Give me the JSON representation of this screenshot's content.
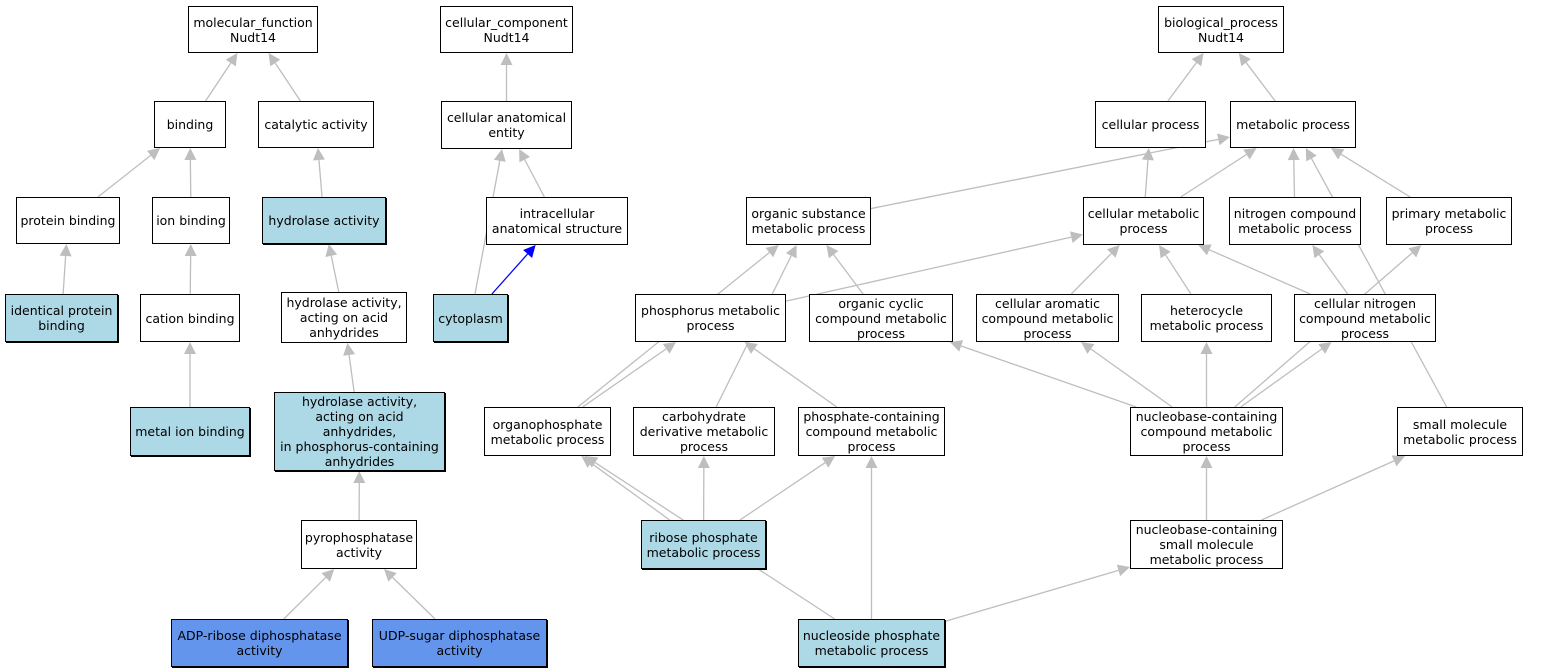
{
  "colors": {
    "node_default": "#ffffff",
    "node_light_blue": "#add8e6",
    "node_cornflower": "#6495ed",
    "edge_default": "#bebebe",
    "edge_highlight": "#0000ff"
  },
  "nodes": {
    "mf_root": {
      "label": "molecular_function\nNudt14",
      "fill": "white"
    },
    "binding": {
      "label": "binding",
      "fill": "white"
    },
    "catalytic": {
      "label": "catalytic activity",
      "fill": "white"
    },
    "protein_binding": {
      "label": "protein binding",
      "fill": "white"
    },
    "ion_binding": {
      "label": "ion binding",
      "fill": "white"
    },
    "hydrolase": {
      "label": "hydrolase activity",
      "fill": "lightblue"
    },
    "identical_protein": {
      "label": "identical protein\nbinding",
      "fill": "lightblue"
    },
    "cation_binding": {
      "label": "cation binding",
      "fill": "white"
    },
    "hydrolase_anhydrides": {
      "label": "hydrolase activity,\nacting on acid\nanhydrides",
      "fill": "white"
    },
    "metal_ion": {
      "label": "metal ion binding",
      "fill": "lightblue"
    },
    "hydrolase_phos": {
      "label": "hydrolase activity,\nacting on acid\nanhydrides,\nin phosphorus-containing\nanhydrides",
      "fill": "lightblue"
    },
    "pyrophosphatase": {
      "label": "pyrophosphatase\nactivity",
      "fill": "white"
    },
    "adp_ribose": {
      "label": "ADP-ribose diphosphatase\nactivity",
      "fill": "cornflower"
    },
    "udp_sugar": {
      "label": "UDP-sugar diphosphatase\nactivity",
      "fill": "cornflower"
    },
    "cc_root": {
      "label": "cellular_component\nNudt14",
      "fill": "white"
    },
    "cae": {
      "label": "cellular anatomical\nentity",
      "fill": "white"
    },
    "intracellular": {
      "label": "intracellular\nanatomical structure",
      "fill": "white"
    },
    "cytoplasm": {
      "label": "cytoplasm",
      "fill": "lightblue"
    },
    "bp_root": {
      "label": "biological_process\nNudt14",
      "fill": "white"
    },
    "cellular_process": {
      "label": "cellular process",
      "fill": "white"
    },
    "metabolic_process": {
      "label": "metabolic process",
      "fill": "white"
    },
    "organic_substance": {
      "label": "organic substance\nmetabolic process",
      "fill": "white"
    },
    "cellular_metabolic": {
      "label": "cellular metabolic\nprocess",
      "fill": "white"
    },
    "nitrogen_compound": {
      "label": "nitrogen compound\nmetabolic process",
      "fill": "white"
    },
    "primary_metabolic": {
      "label": "primary metabolic\nprocess",
      "fill": "white"
    },
    "phosphorus_metabolic": {
      "label": "phosphorus metabolic\nprocess",
      "fill": "white"
    },
    "organic_cyclic": {
      "label": "organic cyclic\ncompound metabolic\nprocess",
      "fill": "white"
    },
    "cellular_aromatic": {
      "label": "cellular aromatic\ncompound metabolic\nprocess",
      "fill": "white"
    },
    "heterocycle": {
      "label": "heterocycle\nmetabolic process",
      "fill": "white"
    },
    "cellular_nitrogen": {
      "label": "cellular nitrogen\ncompound metabolic\nprocess",
      "fill": "white"
    },
    "organophosphate": {
      "label": "organophosphate\nmetabolic process",
      "fill": "white"
    },
    "carbohydrate_deriv": {
      "label": "carbohydrate\nderivative metabolic\nprocess",
      "fill": "white"
    },
    "phosphate_containing": {
      "label": "phosphate-containing\ncompound metabolic\nprocess",
      "fill": "white"
    },
    "nucleobase_compound": {
      "label": "nucleobase-containing\ncompound metabolic\nprocess",
      "fill": "white"
    },
    "small_molecule": {
      "label": "small molecule\nmetabolic process",
      "fill": "white"
    },
    "ribose_phosphate": {
      "label": "ribose phosphate\nmetabolic process",
      "fill": "lightblue"
    },
    "nucleobase_small": {
      "label": "nucleobase-containing\nsmall molecule\nmetabolic process",
      "fill": "white"
    },
    "nucleoside_phosphate": {
      "label": "nucleoside phosphate\nmetabolic process",
      "fill": "lightblue"
    }
  },
  "edges": [
    {
      "from": "binding",
      "to": "mf_root",
      "kind": "default"
    },
    {
      "from": "catalytic",
      "to": "mf_root",
      "kind": "default"
    },
    {
      "from": "protein_binding",
      "to": "binding",
      "kind": "default"
    },
    {
      "from": "ion_binding",
      "to": "binding",
      "kind": "default"
    },
    {
      "from": "hydrolase",
      "to": "catalytic",
      "kind": "default"
    },
    {
      "from": "identical_protein",
      "to": "protein_binding",
      "kind": "default"
    },
    {
      "from": "cation_binding",
      "to": "ion_binding",
      "kind": "default"
    },
    {
      "from": "hydrolase_anhydrides",
      "to": "hydrolase",
      "kind": "default"
    },
    {
      "from": "metal_ion",
      "to": "cation_binding",
      "kind": "default"
    },
    {
      "from": "hydrolase_phos",
      "to": "hydrolase_anhydrides",
      "kind": "default"
    },
    {
      "from": "pyrophosphatase",
      "to": "hydrolase_phos",
      "kind": "default"
    },
    {
      "from": "adp_ribose",
      "to": "pyrophosphatase",
      "kind": "default"
    },
    {
      "from": "udp_sugar",
      "to": "pyrophosphatase",
      "kind": "default"
    },
    {
      "from": "cae",
      "to": "cc_root",
      "kind": "default"
    },
    {
      "from": "intracellular",
      "to": "cae",
      "kind": "default"
    },
    {
      "from": "cytoplasm",
      "to": "cae",
      "kind": "default"
    },
    {
      "from": "cytoplasm",
      "to": "intracellular",
      "kind": "highlight"
    },
    {
      "from": "cellular_process",
      "to": "bp_root",
      "kind": "default"
    },
    {
      "from": "metabolic_process",
      "to": "bp_root",
      "kind": "default"
    },
    {
      "from": "organic_substance",
      "to": "metabolic_process",
      "kind": "default"
    },
    {
      "from": "cellular_metabolic",
      "to": "cellular_process",
      "kind": "default"
    },
    {
      "from": "cellular_metabolic",
      "to": "metabolic_process",
      "kind": "default"
    },
    {
      "from": "nitrogen_compound",
      "to": "metabolic_process",
      "kind": "default"
    },
    {
      "from": "primary_metabolic",
      "to": "metabolic_process",
      "kind": "default"
    },
    {
      "from": "small_molecule",
      "to": "metabolic_process",
      "kind": "default"
    },
    {
      "from": "phosphorus_metabolic",
      "to": "cellular_metabolic",
      "kind": "default"
    },
    {
      "from": "organic_cyclic",
      "to": "organic_substance",
      "kind": "default"
    },
    {
      "from": "cellular_aromatic",
      "to": "cellular_metabolic",
      "kind": "default"
    },
    {
      "from": "heterocycle",
      "to": "cellular_metabolic",
      "kind": "default"
    },
    {
      "from": "cellular_nitrogen",
      "to": "cellular_metabolic",
      "kind": "default"
    },
    {
      "from": "cellular_nitrogen",
      "to": "nitrogen_compound",
      "kind": "default"
    },
    {
      "from": "organophosphate",
      "to": "phosphorus_metabolic",
      "kind": "default"
    },
    {
      "from": "organophosphate",
      "to": "organic_substance",
      "kind": "default"
    },
    {
      "from": "carbohydrate_deriv",
      "to": "organic_substance",
      "kind": "default"
    },
    {
      "from": "phosphate_containing",
      "to": "phosphorus_metabolic",
      "kind": "default"
    },
    {
      "from": "nucleobase_compound",
      "to": "organic_cyclic",
      "kind": "default"
    },
    {
      "from": "nucleobase_compound",
      "to": "cellular_aromatic",
      "kind": "default"
    },
    {
      "from": "nucleobase_compound",
      "to": "heterocycle",
      "kind": "default"
    },
    {
      "from": "nucleobase_compound",
      "to": "cellular_nitrogen",
      "kind": "default"
    },
    {
      "from": "nucleobase_compound",
      "to": "primary_metabolic",
      "kind": "default"
    },
    {
      "from": "ribose_phosphate",
      "to": "organophosphate",
      "kind": "default"
    },
    {
      "from": "ribose_phosphate",
      "to": "carbohydrate_deriv",
      "kind": "default"
    },
    {
      "from": "ribose_phosphate",
      "to": "phosphate_containing",
      "kind": "default"
    },
    {
      "from": "nucleobase_small",
      "to": "nucleobase_compound",
      "kind": "default"
    },
    {
      "from": "nucleobase_small",
      "to": "small_molecule",
      "kind": "default"
    },
    {
      "from": "nucleoside_phosphate",
      "to": "organophosphate",
      "kind": "default"
    },
    {
      "from": "nucleoside_phosphate",
      "to": "phosphate_containing",
      "kind": "default"
    },
    {
      "from": "nucleoside_phosphate",
      "to": "nucleobase_small",
      "kind": "default"
    }
  ]
}
